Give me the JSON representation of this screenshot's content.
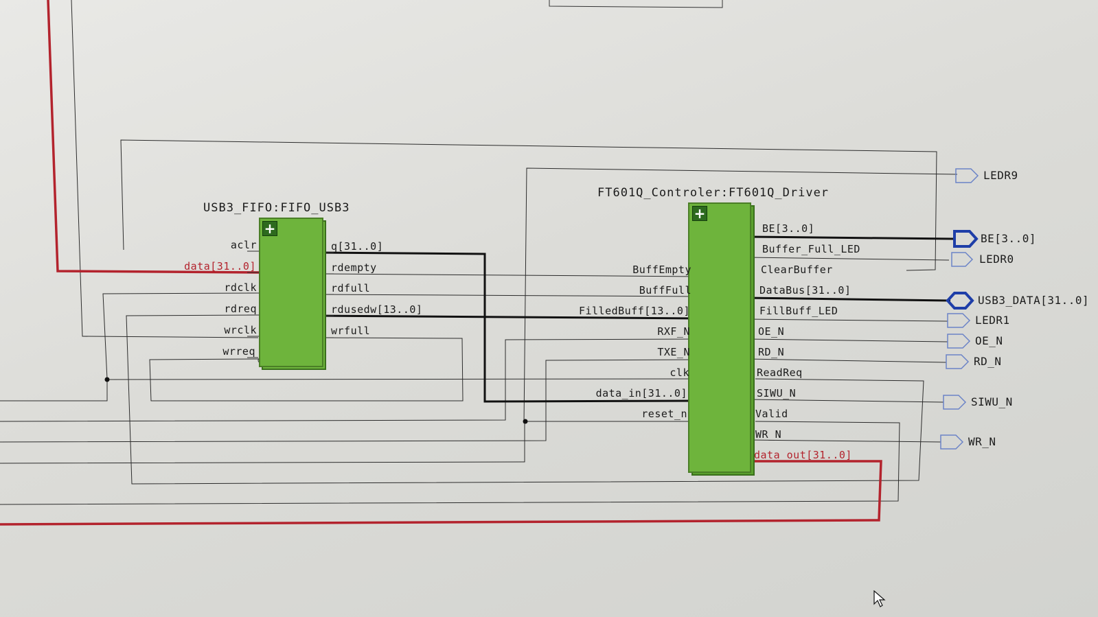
{
  "colors": {
    "block_fill": "#6eb43c",
    "bus_wire": "#111111",
    "thin_wire": "#2b2b2b",
    "red_wire": "#b3232d",
    "output_pin_bus": "#1e3ea8",
    "output_pin": "#6b83c7"
  },
  "fifo": {
    "title": "USB3_FIFO:FIFO_USB3",
    "inputs": [
      "aclr",
      "data[31..0]",
      "rdclk",
      "rdreq",
      "wrclk",
      "wrreq"
    ],
    "outputs": [
      "q[31..0]",
      "rdempty",
      "rdfull",
      "rdusedw[13..0]",
      "wrfull"
    ]
  },
  "driver": {
    "title": "FT601Q_Controler:FT601Q_Driver",
    "inputs": [
      "BuffEmpty",
      "BuffFull",
      "FilledBuff[13..0]",
      "RXF_N",
      "TXE_N",
      "clk",
      "data_in[31..0]",
      "reset_n"
    ],
    "outputs": [
      "BE[3..0]",
      "Buffer_Full_LED",
      "ClearBuffer",
      "DataBus[31..0]",
      "FillBuff_LED",
      "OE_N",
      "RD_N",
      "ReadReq",
      "SIWU_N",
      "Valid",
      "WR_N",
      "data_out[31..0]"
    ]
  },
  "pins": [
    "LEDR9",
    "BE[3..0]",
    "LEDR0",
    "USB3_DATA[31..0]",
    "LEDR1",
    "OE_N",
    "RD_N",
    "SIWU_N",
    "WR_N"
  ],
  "icons": {
    "expand": "plus-icon",
    "cursor": "mouse-cursor-icon"
  },
  "expand_glyph": "+"
}
